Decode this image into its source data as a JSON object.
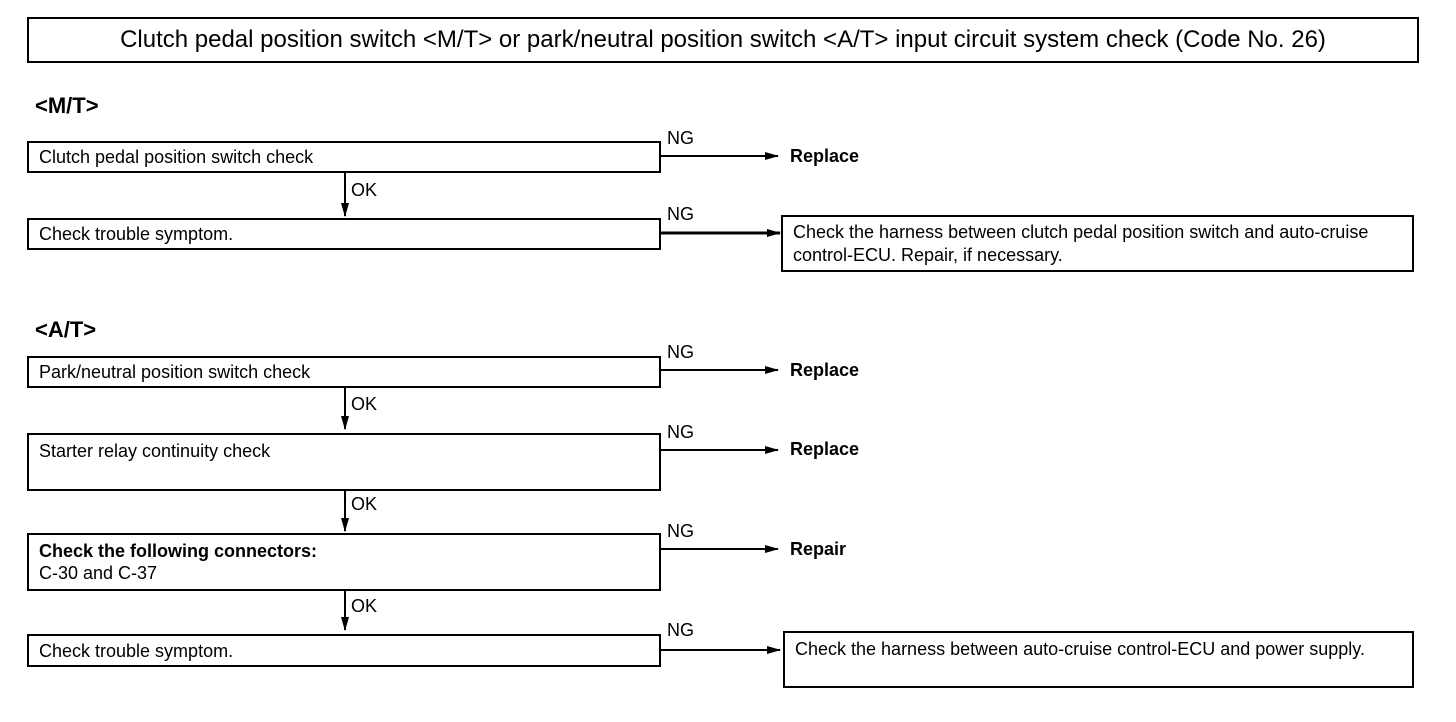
{
  "title": "Clutch pedal position switch <M/T> or park/neutral position switch <A/T> input circuit system check (Code No. 26)",
  "mt": {
    "heading": "<M/T>",
    "step1": "Clutch pedal position switch check",
    "step1_ng_label": "NG",
    "step1_ng_result": "Replace",
    "ok1": "OK",
    "step2": "Check trouble symptom.",
    "step2_ng_label": "NG",
    "step2_ng_result": "Check the harness between clutch pedal position switch and auto-cruise control-ECU. Repair, if necessary."
  },
  "at": {
    "heading": "<A/T>",
    "step1": "Park/neutral position switch check",
    "step1_ng_label": "NG",
    "step1_ng_result": "Replace",
    "ok1": "OK",
    "step2": "Starter relay continuity check",
    "step2_ng_label": "NG",
    "step2_ng_result": "Replace",
    "ok2": "OK",
    "step3_title": "Check the following connectors:",
    "step3_detail": "C-30 and C-37",
    "step3_ng_label": "NG",
    "step3_ng_result": "Repair",
    "ok3": "OK",
    "step4": "Check trouble symptom.",
    "step4_ng_label": "NG",
    "step4_ng_result": "Check the harness between auto-cruise control-ECU and power supply."
  }
}
